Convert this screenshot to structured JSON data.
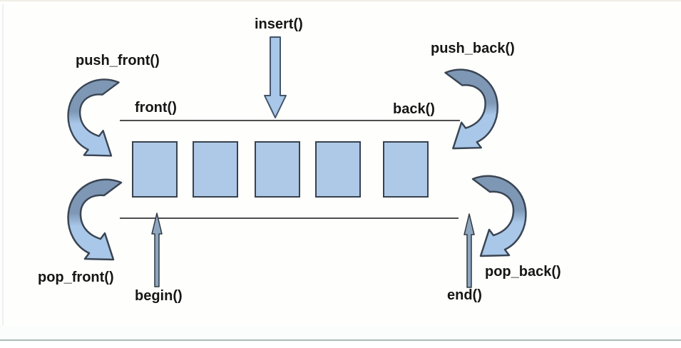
{
  "diagram": {
    "type": "deque-operations",
    "labels": {
      "insert": "insert()",
      "push_front": "push_front()",
      "push_back": "push_back()",
      "front": "front()",
      "back": "back()",
      "pop_front": "pop_front()",
      "pop_back": "pop_back()",
      "begin": "begin()",
      "end": "end()"
    },
    "elements": {
      "count": 5
    },
    "colors": {
      "cell_fill": "#aec8e7",
      "cell_border": "#37424e",
      "arrow_dark": "#7e97b5",
      "arrow_light": "#a9c7e8",
      "arrow_outline": "#3a4553",
      "iterator_arrow_fill": "#8ea6c0",
      "rail_line": "#4f4f4f",
      "bottom_divider": "#a9bcb4"
    }
  }
}
